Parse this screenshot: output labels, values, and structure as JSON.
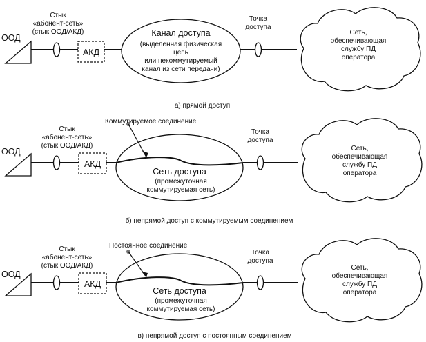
{
  "panels": [
    {
      "ood": "ООД",
      "akd": "АКД",
      "junction": [
        "Стык",
        "«абонент-сеть»",
        "(стык ООД/АКД)"
      ],
      "access_point": [
        "Точка",
        "доступа"
      ],
      "channel_title": "Канал доступа",
      "channel_desc": [
        "(выделенная физическая",
        "цепь",
        "или некоммутируемый",
        "канал из сети передачи)"
      ],
      "operator": [
        "Сеть,",
        "обеспечивающая",
        "службу ПД",
        "оператора"
      ],
      "caption": "а) прямой доступ"
    },
    {
      "ood": "ООД",
      "akd": "АКД",
      "junction": [
        "Стык",
        "«абонент-сеть»",
        "(стык ООД/АКД)"
      ],
      "access_point": [
        "Точка",
        "доступа"
      ],
      "connection_label": "Коммутируемое соединение",
      "network_title": "Сеть доступа",
      "network_desc": [
        "(промежуточная",
        "коммутируемая сеть)"
      ],
      "operator": [
        "Сеть,",
        "обеспечивающая",
        "службу ПД",
        "оператора"
      ],
      "caption": "б) непрямой доступ с коммутируемым соединением"
    },
    {
      "ood": "ООД",
      "akd": "АКД",
      "junction": [
        "Стык",
        "«абонент-сеть»",
        "(стык ООД/АКД)"
      ],
      "access_point": [
        "Точка",
        "доступа"
      ],
      "connection_label": "Постоянное соединение",
      "network_title": "Сеть доступа",
      "network_desc": [
        "(промежуточная",
        "коммутируемая сеть)"
      ],
      "operator": [
        "Сеть,",
        "обеспечивающая",
        "службу ПД",
        "оператора"
      ],
      "caption": "в) непрямой доступ с постоянным соединением"
    }
  ]
}
